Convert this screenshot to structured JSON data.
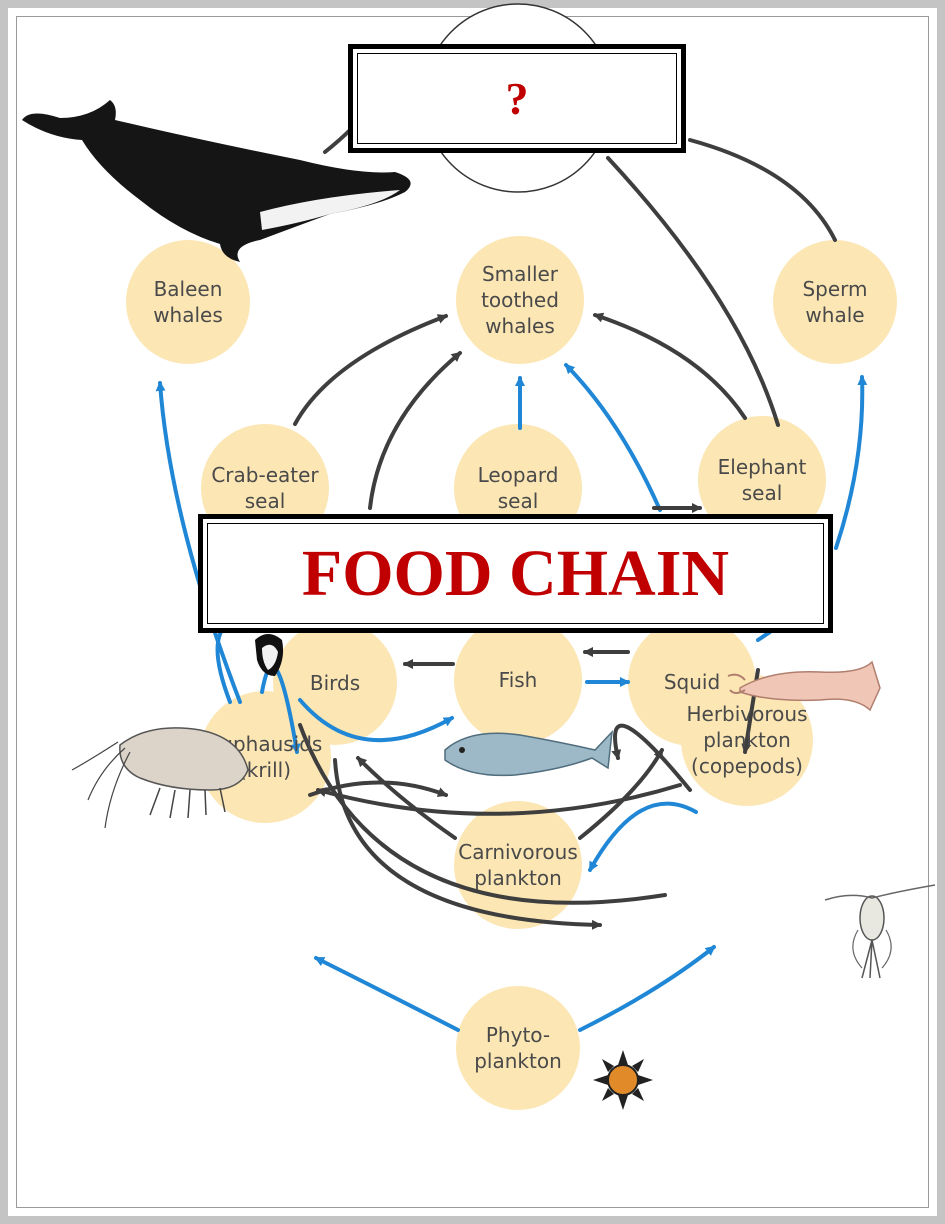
{
  "question_label": "?",
  "title": "FOOD CHAIN",
  "colors": {
    "node_fill": "#fbe6b4",
    "blue_arrow": "#1f87d6",
    "dark_arrow": "#3e3e3e",
    "title_red": "#c00000"
  },
  "nodes": {
    "baleen": [
      "Baleen",
      "whales"
    ],
    "smaller_toothed": [
      "Smaller",
      "toothed",
      "whales"
    ],
    "sperm": [
      "Sperm",
      "whale"
    ],
    "crab_eater": [
      "Crab-eater",
      "seal"
    ],
    "leopard": [
      "Leopard",
      "seal"
    ],
    "elephant": [
      "Elephant",
      "seal"
    ],
    "birds": [
      "Birds"
    ],
    "fish": [
      "Fish"
    ],
    "squid": [
      "Squid"
    ],
    "carnivorous": [
      "Carnivorous",
      "plankton"
    ],
    "euphausids": [
      "Euphausids",
      "(krill)"
    ],
    "herbivorous": [
      "Herbivorous",
      "plankton",
      "(copepods)"
    ],
    "phyto": [
      "Phyto-",
      "plankton"
    ]
  },
  "icons": [
    "whale-icon",
    "fish-icon",
    "squid-icon",
    "krill-icon",
    "copepod-icon",
    "phytoplankton-icon",
    "penguin-icon"
  ]
}
